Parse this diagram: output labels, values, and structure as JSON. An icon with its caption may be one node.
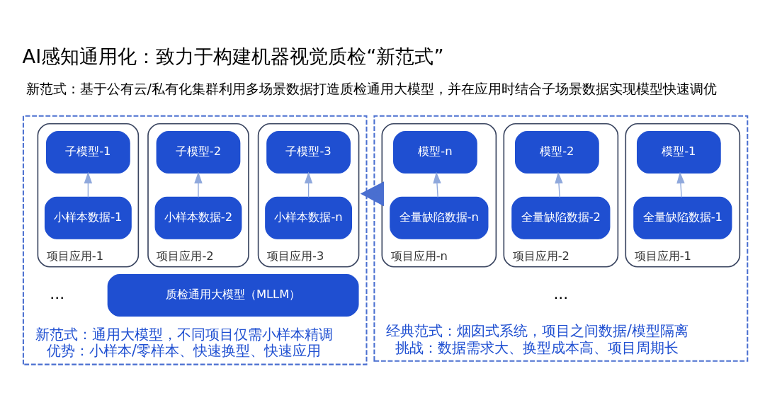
{
  "diagram": {
    "title": "AI感知通用化：致力于构建机器视觉质检“新范式”",
    "nodes": [
      {
        "text": [
          "经典范式：烟囱式系统，项目之间数据/模型隔离",
          "挑战：数据需求大、换型成本高、项目周期长"
        ]
      },
      {
        "text": [
          "项目应用-1"
        ],
        "in": 0
      },
      {
        "text": [
          "模型-1"
        ],
        "in": 1
      },
      {
        "text": [
          "全量缺陷数据-1"
        ],
        "in": 1
      },
      {
        "text": [
          "项目应用-2"
        ],
        "in": 0
      },
      {
        "text": [
          "模型-2"
        ],
        "in": 4
      },
      {
        "text": [
          "全量缺陷数据-2"
        ],
        "in": 4
      },
      {
        "text": [
          "项目应用-n"
        ],
        "in": 0
      },
      {
        "text": [
          "模型-n"
        ],
        "in": 7
      },
      {
        "text": [
          "全量缺陷数据-n"
        ],
        "in": 7
      },
      {
        "text": [
          "新范式：通用大模型，不同项目仅需小样本精调",
          "优势：小样本/零样本、快速换型、快速应用"
        ]
      },
      {
        "text": [
          "项目应用-1"
        ],
        "in": 10
      },
      {
        "text": [
          "子模型-1"
        ],
        "in": 11
      },
      {
        "text": [
          "小样本数据-1"
        ],
        "in": 11
      },
      {
        "text": [
          "项目应用-2"
        ],
        "in": 10
      },
      {
        "text": [
          "子模型-2"
        ],
        "in": 14
      },
      {
        "text": [
          "小样本数据-2"
        ],
        "in": 14
      },
      {
        "text": [
          "项目应用-3"
        ],
        "in": 10
      },
      {
        "text": [
          "子模型-3"
        ],
        "in": 17
      },
      {
        "text": [
          "小样本数据-n"
        ],
        "in": 17
      },
      {
        "text": [
          "质检通用大模型（MLLM）"
        ],
        "in": 10
      }
    ],
    "edges": [
      {
        "from": 3,
        "to": 2,
        "arrow": "to"
      },
      {
        "from": 6,
        "to": 5,
        "arrow": "to"
      },
      {
        "from": 9,
        "to": 8,
        "arrow": "to"
      },
      {
        "from": 13,
        "to": 12,
        "arrow": "to"
      },
      {
        "from": 16,
        "to": 15,
        "arrow": "to"
      },
      {
        "from": 19,
        "to": 18,
        "arrow": "to"
      },
      {
        "from": 0,
        "to": 10,
        "arrow": "to",
        "style": "thick",
        "color": "#4a6fd0"
      }
    ],
    "labels": [
      "新范式：基于公有云/私有化集群利用多场景数据打造质检通用大模型，并在应用时结合子场景数据实现模型快速调优",
      "...",
      "..."
    ]
  }
}
